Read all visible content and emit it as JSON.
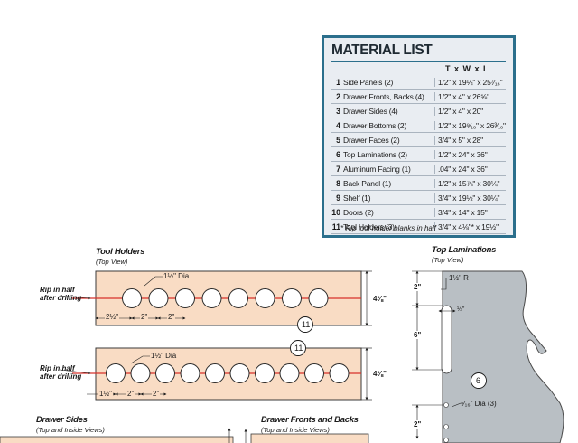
{
  "material_list": {
    "title": "MATERIAL LIST",
    "header": "T x W x L",
    "rows": [
      {
        "num": "1",
        "name": "Side Panels (2)",
        "dims": "1/2\" x 19¼\" x 25⁷⁄₁₆\""
      },
      {
        "num": "2",
        "name": "Drawer Fronts, Backs (4)",
        "dims": "1/2\" x 4\" x 26⅝\""
      },
      {
        "num": "3",
        "name": "Drawer Sides (4)",
        "dims": "1/2\" x 4\" x 20\""
      },
      {
        "num": "4",
        "name": "Drawer Bottoms (2)",
        "dims": "1/2\" x 19⁹⁄₁₆\" x 26³⁄₁₆\""
      },
      {
        "num": "5",
        "name": "Drawer Faces (2)",
        "dims": "3/4\" x 5\" x 28\""
      },
      {
        "num": "6",
        "name": "Top Laminations (2)",
        "dims": "1/2\" x 24\" x 36\""
      },
      {
        "num": "7",
        "name": "Aluminum Facing (1)",
        "dims": ".04\" x 24\" x 36\""
      },
      {
        "num": "8",
        "name": "Back Panel (1)",
        "dims": "1/2\" x 15⅞\" x 30¼\""
      },
      {
        "num": "9",
        "name": "Shelf (1)",
        "dims": "3/4\" x 19½\" x 30¼\""
      },
      {
        "num": "10",
        "name": "Doors (2)",
        "dims": "3/4\" x 14\" x 15\""
      },
      {
        "num": "11",
        "name": "Tool Holders (3)",
        "dims": "3/4\" x 4⅛\"* x 19½\""
      }
    ],
    "note": "* Rip tool holder blanks in half"
  },
  "tool_holders": {
    "title": "Tool Holders",
    "subtitle": "(Top View)",
    "dia": "1½\" Dia",
    "rip_note": "Rip in half after drilling",
    "offset_top": "2½\"",
    "offset_bottom": "1½\"",
    "spacing": "2\"",
    "width": "4⅛\"",
    "part_number": "11"
  },
  "top_laminations": {
    "title": "Top Laminations",
    "subtitle": "(Top View)",
    "radius": "1½\" R",
    "half": "½\"",
    "dim_top": "2\"",
    "dim_mid": "6\"",
    "dim_bottom": "2\"",
    "hole_dia": "⁵⁄₁₆\" Dia (3)",
    "part_number": "6"
  },
  "drawer_sides": {
    "title": "Drawer Sides",
    "subtitle": "(Top and Inside Views)"
  },
  "drawer_fronts": {
    "title": "Drawer Fronts and Backs",
    "subtitle": "(Top and Inside Views)"
  },
  "colors": {
    "box_border": "#2b6f8c",
    "box_bg": "#e9edf2",
    "wood": "#f9dcc4",
    "rip_line": "#d8312b",
    "metal": "#b9bfc4"
  }
}
